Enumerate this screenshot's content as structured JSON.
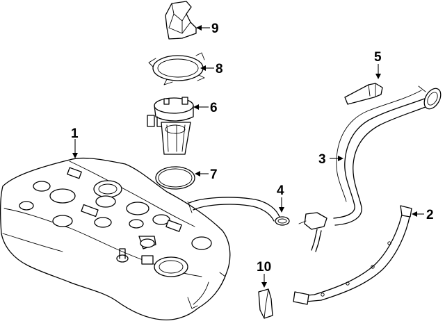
{
  "callouts": [
    {
      "id": "1",
      "label": "1",
      "part_icon": "fuel-tank"
    },
    {
      "id": "2",
      "label": "2",
      "part_icon": "tank-strap"
    },
    {
      "id": "3",
      "label": "3",
      "part_icon": "filler-pipe"
    },
    {
      "id": "4",
      "label": "4",
      "part_icon": "vent-hose"
    },
    {
      "id": "5",
      "label": "5",
      "part_icon": "filler-cap-insert"
    },
    {
      "id": "6",
      "label": "6",
      "part_icon": "fuel-pump-module"
    },
    {
      "id": "7",
      "label": "7",
      "part_icon": "seal-ring"
    },
    {
      "id": "8",
      "label": "8",
      "part_icon": "lock-ring"
    },
    {
      "id": "9",
      "label": "9",
      "part_icon": "pump-cover"
    },
    {
      "id": "10",
      "label": "10",
      "part_icon": "clip"
    }
  ]
}
